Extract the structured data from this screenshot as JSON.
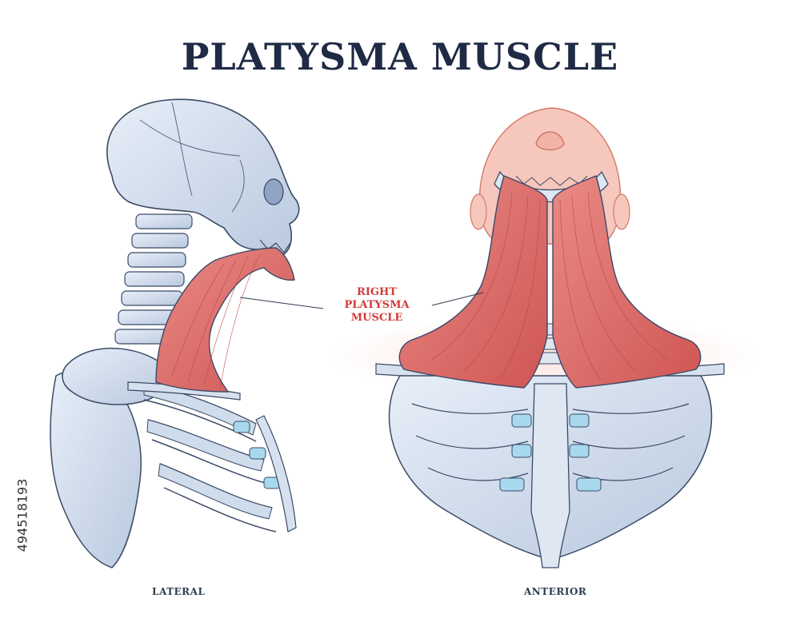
{
  "title": "PLATYSMA MUSCLE",
  "callout": {
    "line1": "RIGHT",
    "line2": "PLATYSMA MUSCLE"
  },
  "views": {
    "left": "LATERAL",
    "right": "ANTERIOR"
  },
  "stock_id": "494518193",
  "colors": {
    "bone": "#c9d6e8",
    "bone_outline": "#3b4a66",
    "muscle": "#e06b68",
    "muscle_dark": "#c84c4c",
    "skin": "#f6c7bd",
    "cartilage": "#a8d8ee",
    "title": "#1f2a44",
    "callout": "#d23a3a"
  }
}
